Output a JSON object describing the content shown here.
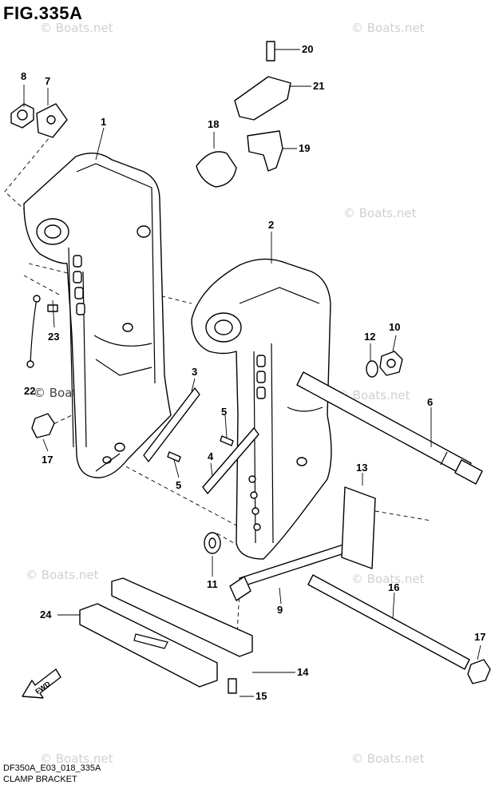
{
  "figure": {
    "title": "FIG.335A",
    "code": "DF350A_E03_018_335A",
    "name": "CLAMP BRACKET"
  },
  "watermark": {
    "text": "© Boats.net",
    "dark_text": "© Boats.net"
  },
  "fwd_label": "FWD",
  "callouts": [
    "1",
    "2",
    "3",
    "4",
    "5",
    "5",
    "6",
    "7",
    "8",
    "9",
    "10",
    "11",
    "12",
    "13",
    "14",
    "15",
    "16",
    "17",
    "17",
    "18",
    "19",
    "20",
    "21",
    "22",
    "23",
    "24"
  ]
}
